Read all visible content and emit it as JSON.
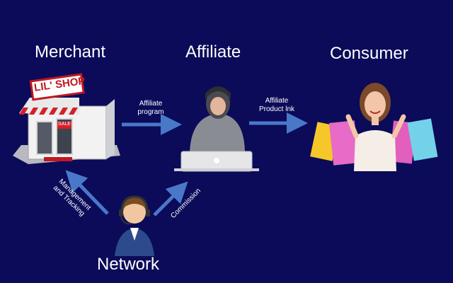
{
  "nodes": {
    "merchant": {
      "label": "Merchant",
      "icon": "shop-icon",
      "shop_sign": "LIL' SHOP",
      "door_sign": "SALE"
    },
    "affiliate": {
      "label": "Affiliate",
      "icon": "person-laptop-icon"
    },
    "consumer": {
      "label": "Consumer",
      "icon": "shopper-icon"
    },
    "network": {
      "label": "Network",
      "icon": "support-agent-icon"
    }
  },
  "edges": {
    "merchant_to_affiliate": {
      "line1": "Affiliate",
      "line2": "program"
    },
    "affiliate_to_consumer": {
      "line1": "Affiliate",
      "line2": "Product lnk"
    },
    "network_to_merchant": {
      "line1": "Management",
      "line2": "and Tracking"
    },
    "network_to_affiliate": {
      "line1": "Commission"
    }
  },
  "colors": {
    "background": "#0b0b5a",
    "arrow": "#4a78c8",
    "text": "#ffffff"
  }
}
